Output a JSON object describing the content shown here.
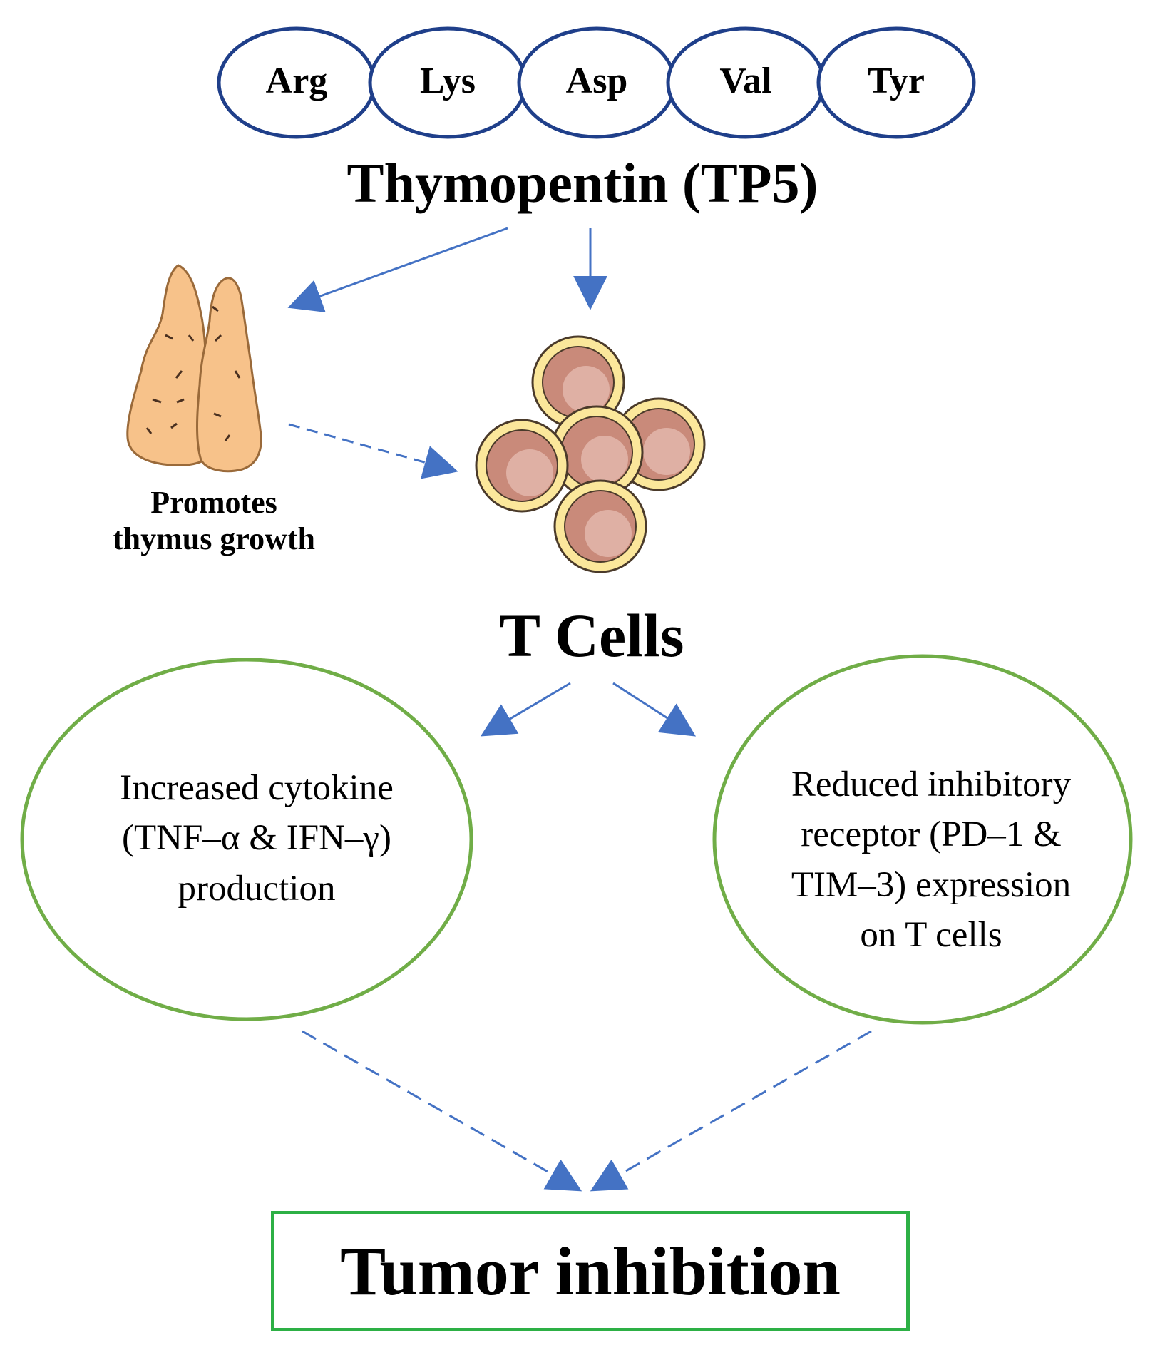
{
  "peptide": {
    "amino_acids": [
      "Arg",
      "Lys",
      "Asp",
      "Val",
      "Tyr"
    ],
    "name": "Thymopentin (TP5)"
  },
  "thymus": {
    "label_line1": "Promotes",
    "label_line2": "thymus growth"
  },
  "tcells": {
    "title": "T Cells"
  },
  "effects": {
    "left_lines": [
      "Increased cytokine",
      "(TNF–α & IFN–γ)",
      "production"
    ],
    "right_lines": [
      "Reduced inhibitory",
      "receptor (PD–1 &",
      "TIM–3) expression",
      "on T cells"
    ]
  },
  "outcome": {
    "label": "Tumor inhibition"
  },
  "colors": {
    "peptide_outline": "#1f3f8a",
    "arrow": "#4472c4",
    "ellipse_outline": "#70ad47",
    "box_outline": "#2db045",
    "thymus_fill": "#f7c28a",
    "cell_membrane": "#fbe79b",
    "cell_body": "#c98a7a"
  },
  "icons": [
    "thymus-icon",
    "t-cell-cluster-icon"
  ]
}
